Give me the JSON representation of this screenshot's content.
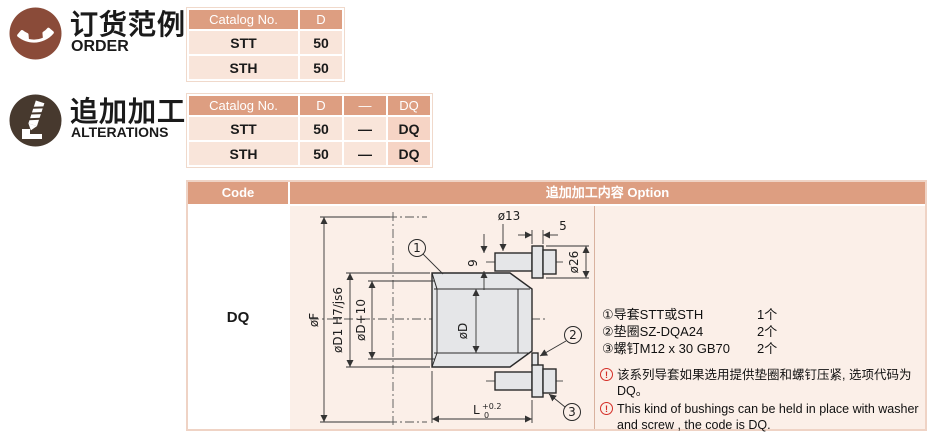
{
  "order": {
    "title_zh": "订货范例",
    "title_en": "ORDER",
    "table": {
      "headers": [
        "Catalog No.",
        "D"
      ],
      "rows": [
        [
          "STT",
          "50"
        ],
        [
          "STH",
          "50"
        ]
      ]
    }
  },
  "alterations": {
    "title_zh": "追加加工",
    "title_en": "ALTERATIONS",
    "table": {
      "headers": [
        "Catalog No.",
        "D",
        "—",
        "DQ"
      ],
      "rows": [
        [
          "STT",
          "50",
          "—",
          "DQ"
        ],
        [
          "STH",
          "50",
          "—",
          "DQ"
        ]
      ]
    }
  },
  "option_table": {
    "code_header": "Code",
    "option_header": "追加加工内容 Option",
    "code_value": "DQ",
    "caution_glyph": "!",
    "drawing_labels": {
      "oF": "øF",
      "oD1": "øD1 H7/js6",
      "oD10": "øD+10",
      "oD": "øD",
      "o13": "ø13",
      "five": "5",
      "o26": "ø26",
      "nine": "9",
      "L": "L",
      "L_tol_upper": "+0.2",
      "L_tol_lower": "0",
      "callout1": "1",
      "callout2": "2",
      "callout3": "3"
    },
    "parts": [
      {
        "num": "①",
        "label": "导套STT或STH",
        "qty": "1个"
      },
      {
        "num": "②",
        "label": "垫圈SZ-DQA24",
        "qty": "2个"
      },
      {
        "num": "③",
        "label": "螺钉M12 x 30 GB70",
        "qty": "2个"
      }
    ],
    "notes": [
      "该系列导套如果选用提供垫圈和螺钉压紧, 选项代码为DQ。",
      "This kind of bushings can be held in place with washer and screw , the code is DQ."
    ]
  },
  "colors": {
    "header_bg": "#dd9e81",
    "row_bg": "#f9e5da",
    "dq_highlight": "#f6d4c5",
    "panel_bg": "#fbefe8",
    "accent_red": "#d42e27",
    "icon_brown": "#8a4b39",
    "icon_dark": "#47392e",
    "part_fill": "#e5e6e8"
  }
}
